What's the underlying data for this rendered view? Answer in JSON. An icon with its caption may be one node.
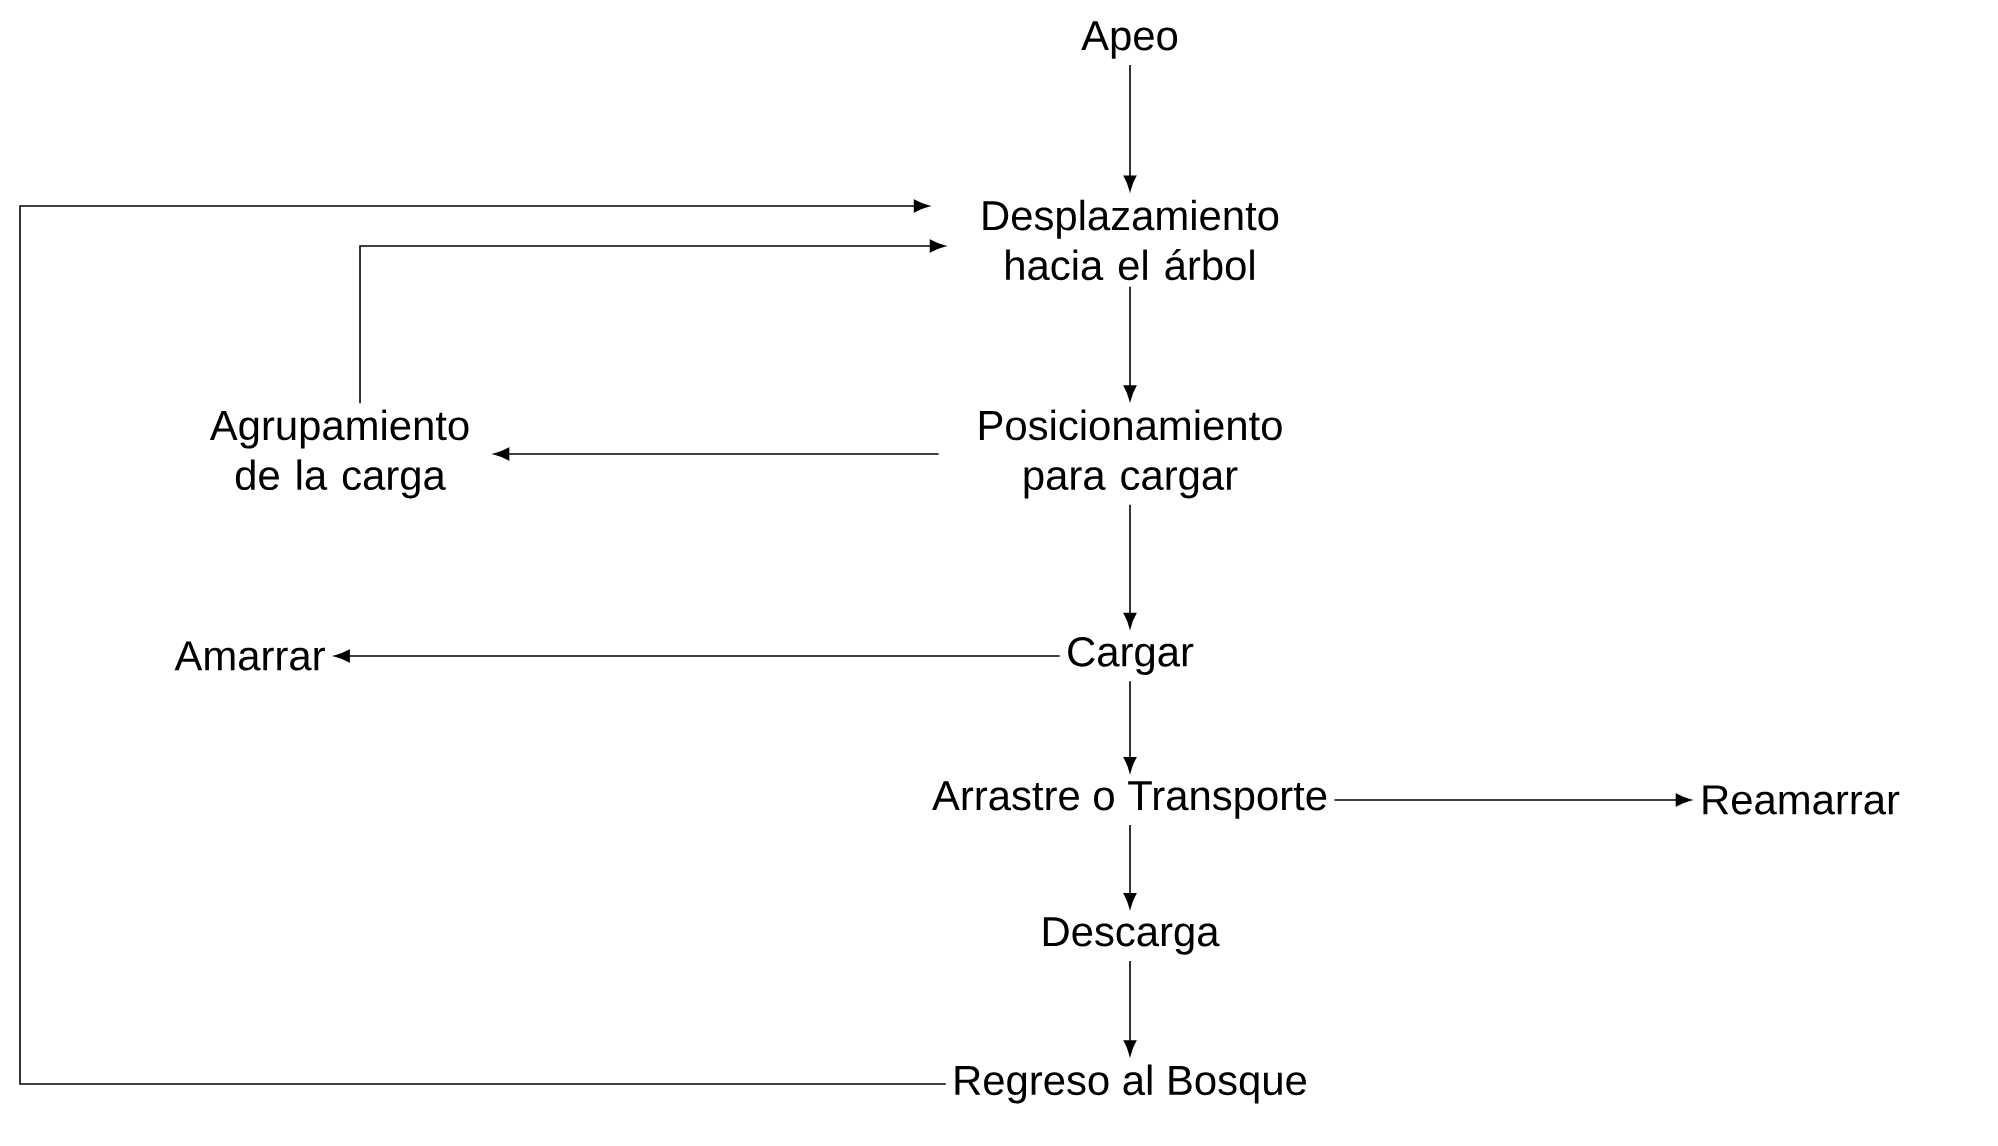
{
  "diagram": {
    "nodes": [
      {
        "text": [
          "Apeo"
        ]
      },
      {
        "text": [
          "Desplazamiento hacia el árbol"
        ]
      },
      {
        "text": [
          "Agrupamiento de la carga"
        ]
      },
      {
        "text": [
          "Posicionamiento para cargar"
        ]
      },
      {
        "text": [
          "Amarrar"
        ]
      },
      {
        "text": [
          "Cargar"
        ]
      },
      {
        "text": [
          "Arrastre o Transporte"
        ]
      },
      {
        "text": [
          "Reamarrar"
        ]
      },
      {
        "text": [
          "Descarga"
        ]
      },
      {
        "text": [
          "Regreso al Bosque"
        ]
      }
    ],
    "edges": [
      {
        "from": 0,
        "to": 1,
        "arrow": "to"
      },
      {
        "from": 1,
        "to": 3,
        "arrow": "to"
      },
      {
        "from": 3,
        "to": 2,
        "arrow": "to"
      },
      {
        "from": 2,
        "to": 1,
        "arrow": "to"
      },
      {
        "from": 3,
        "to": 5,
        "arrow": "to"
      },
      {
        "from": 5,
        "to": 4,
        "arrow": "to"
      },
      {
        "from": 5,
        "to": 6,
        "arrow": "to"
      },
      {
        "from": 6,
        "to": 7,
        "arrow": "to"
      },
      {
        "from": 6,
        "to": 8,
        "arrow": "to"
      },
      {
        "from": 8,
        "to": 9,
        "arrow": "to"
      },
      {
        "from": 9,
        "to": 1,
        "arrow": "to"
      }
    ]
  }
}
